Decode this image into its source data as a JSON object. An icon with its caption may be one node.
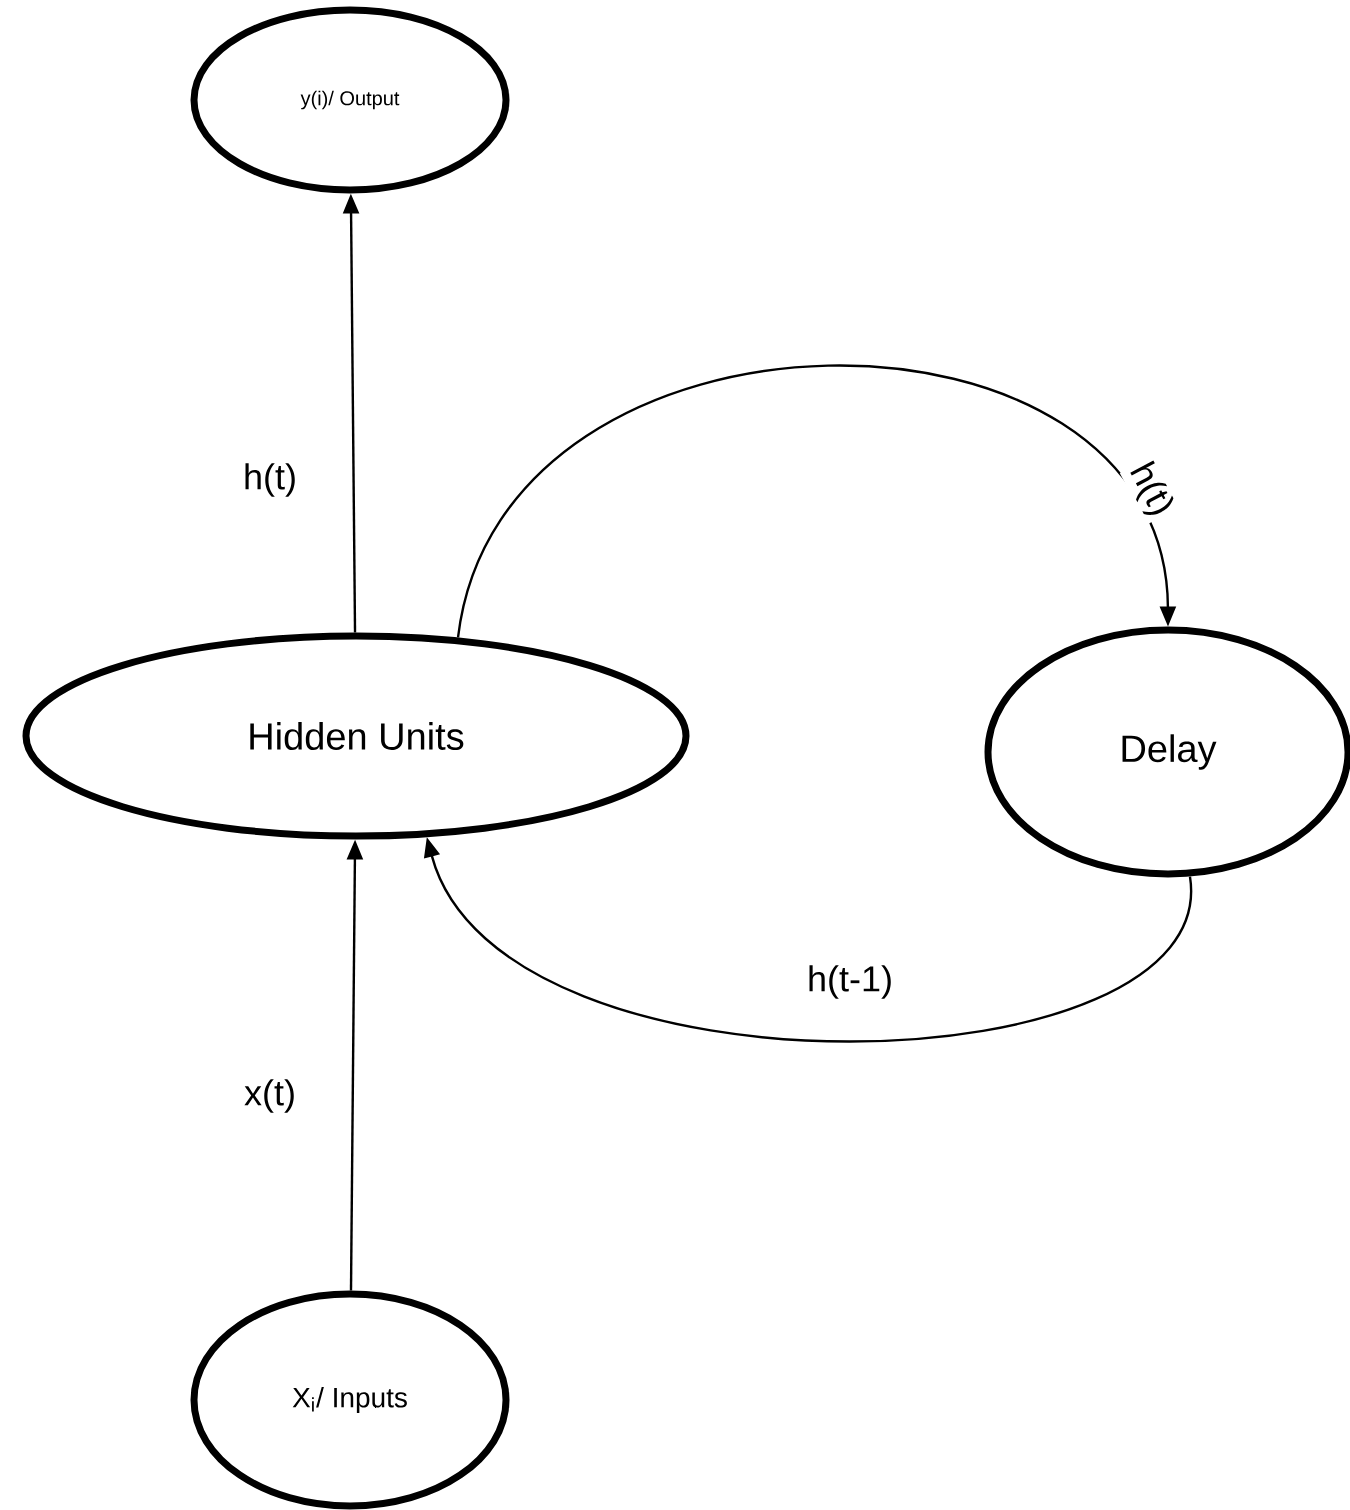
{
  "diagram": {
    "nodes": [
      {
        "text": [
          "y(i)/ Output"
        ]
      },
      {
        "text": [
          "Hidden Units"
        ]
      },
      {
        "text": [
          "Delay"
        ]
      },
      {
        "text": [
          "X$_{i}$/ Inputs"
        ]
      }
    ],
    "edges": [
      {
        "from": 3,
        "to": 1,
        "arrow": "to",
        "label": "x(t)"
      },
      {
        "from": 1,
        "to": 0,
        "arrow": "to",
        "label": "h(t)"
      },
      {
        "from": 1,
        "to": 2,
        "arrow": "to",
        "label": "h(t)"
      },
      {
        "from": 2,
        "to": 1,
        "arrow": "to",
        "label": "h(t-1)"
      }
    ]
  }
}
